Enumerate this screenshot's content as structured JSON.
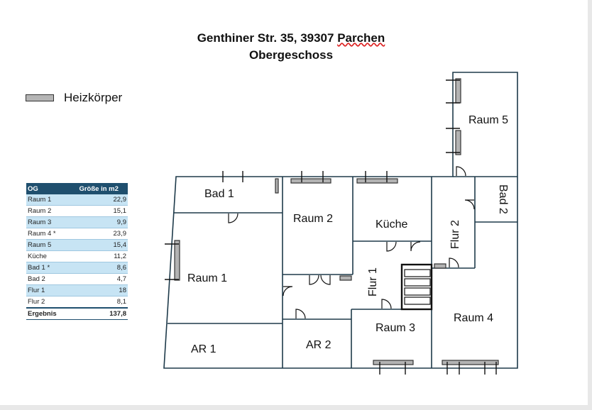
{
  "header": {
    "address_prefix": "Genthiner Str. 35, 39307 ",
    "address_town": "Parchen",
    "floor": "Obergeschoss"
  },
  "legend": {
    "label": "Heizkörper"
  },
  "area_table": {
    "headers": [
      "OG",
      "Größe in m2"
    ],
    "rows": [
      [
        "Raum 1",
        "22,9"
      ],
      [
        "Raum 2",
        "15,1"
      ],
      [
        "Raum 3",
        "9,9"
      ],
      [
        "Raum 4 *",
        "23,9"
      ],
      [
        "Raum 5",
        "15,4"
      ],
      [
        "Küche",
        "11,2"
      ],
      [
        "Bad 1 *",
        "8,6"
      ],
      [
        "Bad 2",
        "4,7"
      ],
      [
        "Flur 1",
        "18"
      ],
      [
        "Flur 2",
        "8,1"
      ]
    ],
    "total": [
      "Ergebnis",
      "137,8"
    ]
  },
  "rooms": {
    "bad1": "Bad 1",
    "raum1": "Raum 1",
    "ar1": "AR 1",
    "raum2": "Raum 2",
    "ar2": "AR 2",
    "kueche": "Küche",
    "flur1": "Flur 1",
    "raum3": "Raum 3",
    "flur2": "Flur 2",
    "bad2": "Bad 2",
    "raum5": "Raum 5",
    "raum4": "Raum 4"
  }
}
